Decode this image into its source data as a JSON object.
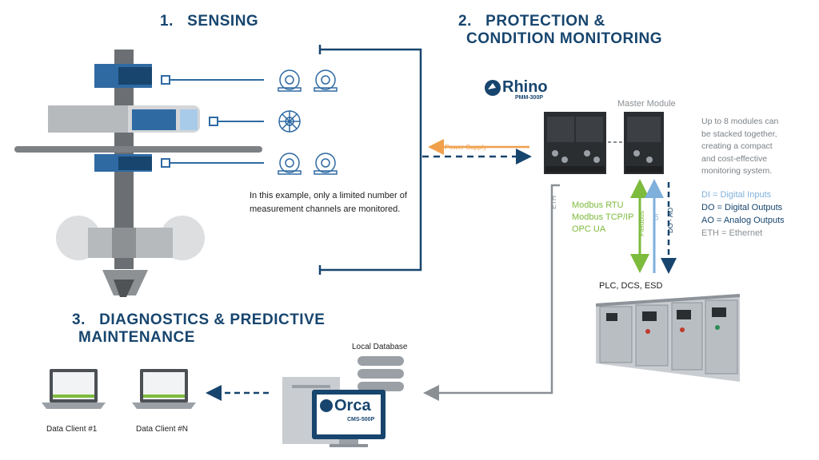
{
  "sections": {
    "sensing": "1.   SENSING",
    "protection_line1": "2.   PROTECTION &",
    "protection_line2": "CONDITION MONITORING",
    "diagnostics_line1": "3.   DIAGNOSTICS & PREDICTIVE",
    "diagnostics_line2": "MAINTENANCE"
  },
  "sensing_note_line1": "In this example, only a limited number of",
  "sensing_note_line2": "measurement channels are monitored.",
  "rhino": {
    "brand": "Rhino",
    "model": "PMM-300P",
    "master_module": "Master Module",
    "power_supply": "Power Supply",
    "stack_note": [
      "Up to 8 modules can",
      "be stacked together,",
      "creating a compact",
      "and cost-effective",
      "monitoring system."
    ]
  },
  "legend": {
    "di": "DI = Digital Inputs",
    "do": "DO = Digital Outputs",
    "ao": "AO = Analog Outputs",
    "eth": "ETH = Ethernet"
  },
  "protocols": [
    "Modbus RTU",
    "Modbus TCP/IP",
    "OPC UA"
  ],
  "signals": {
    "eth": "ETH",
    "fieldbus": "Fieldbus",
    "di": "DI",
    "do_ao": "DO - AO"
  },
  "plc_label": "PLC, DCS, ESD",
  "local_database": "Local Database",
  "orca": {
    "brand": "Orca",
    "model": "CMS-500P"
  },
  "clients": [
    "Data Client #1",
    "Data Client #N"
  ],
  "colors": {
    "navy": "#17456e",
    "orange": "#f0a04b",
    "green": "#7dbb3c",
    "light_blue": "#7fb0dc",
    "grey": "#8a8f94"
  }
}
